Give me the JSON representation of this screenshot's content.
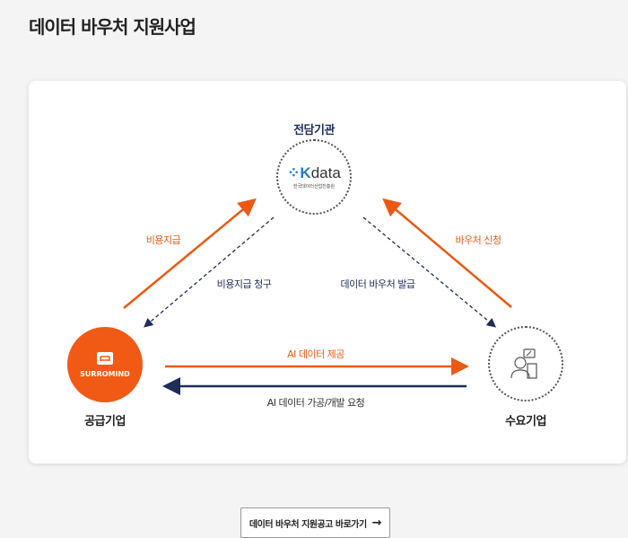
{
  "title": "데이터 바우처 지원사업",
  "nodes": {
    "agency": {
      "label": "전담기관",
      "logo_text": "data",
      "logo_sub": "한국데이터산업진흥원"
    },
    "supplier": {
      "label": "공급기업",
      "logo_text": "SURROMIND"
    },
    "demand": {
      "label": "수요기업"
    }
  },
  "flows": {
    "payment": "비용지급",
    "payment_request": "비용지급 청구",
    "voucher_issue": "데이터 바우처 발급",
    "voucher_apply": "바우처 신청",
    "ai_provide": "AI 데이터 제공",
    "ai_request": "AI 데이터 가공/개발 요청"
  },
  "button": {
    "label": "데이터 바우처 지원공고 바로가기",
    "icon": "arrow-right-icon"
  },
  "colors": {
    "orange": "#f05a14",
    "navy": "#1f2d5a"
  }
}
